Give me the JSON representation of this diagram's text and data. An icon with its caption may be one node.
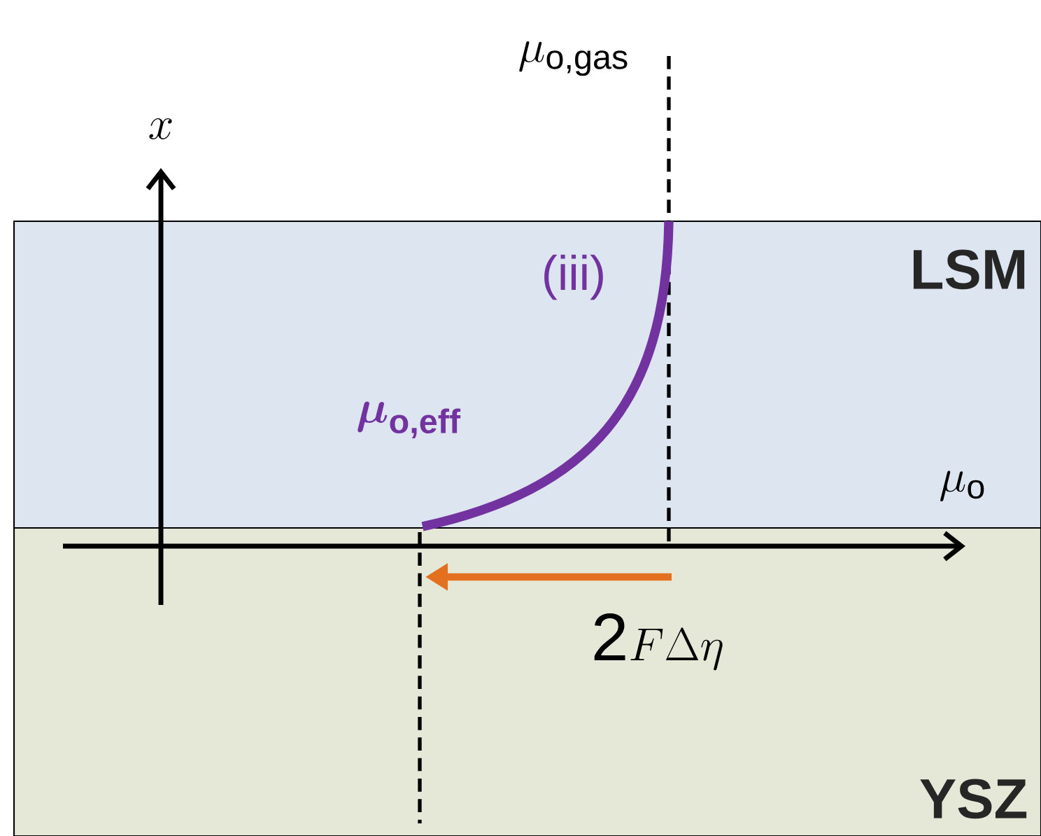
{
  "diagram": {
    "nodes": [
      {
        "text": [
          "LSM"
        ]
      },
      {
        "text": [
          "YSZ"
        ]
      }
    ],
    "labels": [
      "\\mu_{\\textnormal{o,gas}}",
      "x",
      "(iii)",
      "\\boldsymbol{\\mu}_{\\textbf{o,eff}}",
      "\\mu_{\\textnormal{o}}",
      "\\textnormal{2}F\\Delta\\eta"
    ]
  }
}
